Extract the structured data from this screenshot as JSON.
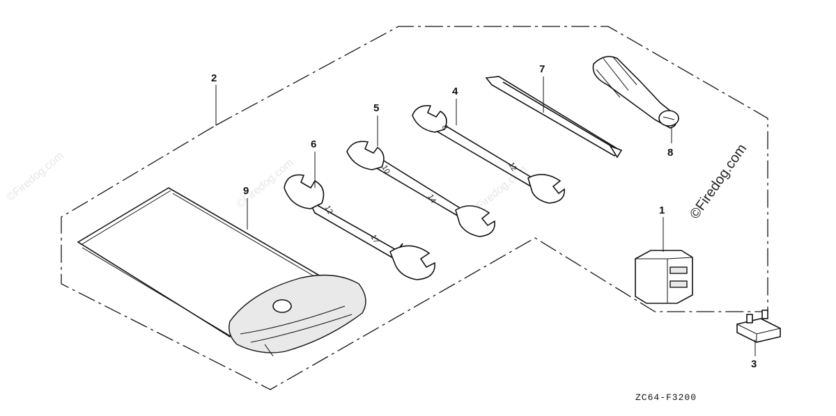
{
  "diagram": {
    "callouts": {
      "c1": "1",
      "c2": "2",
      "c3": "3",
      "c4": "4",
      "c5": "5",
      "c6": "6",
      "c7": "7",
      "c8": "8",
      "c9": "9"
    },
    "wrench_sizes": {
      "w4_a": "8",
      "w4_b": "12",
      "w5_a": "10",
      "w5_b": "14",
      "w6_a": "12",
      "w6_b": "17"
    },
    "watermark": "©Firedog.com",
    "diagram_code": "ZC64-F3200"
  }
}
